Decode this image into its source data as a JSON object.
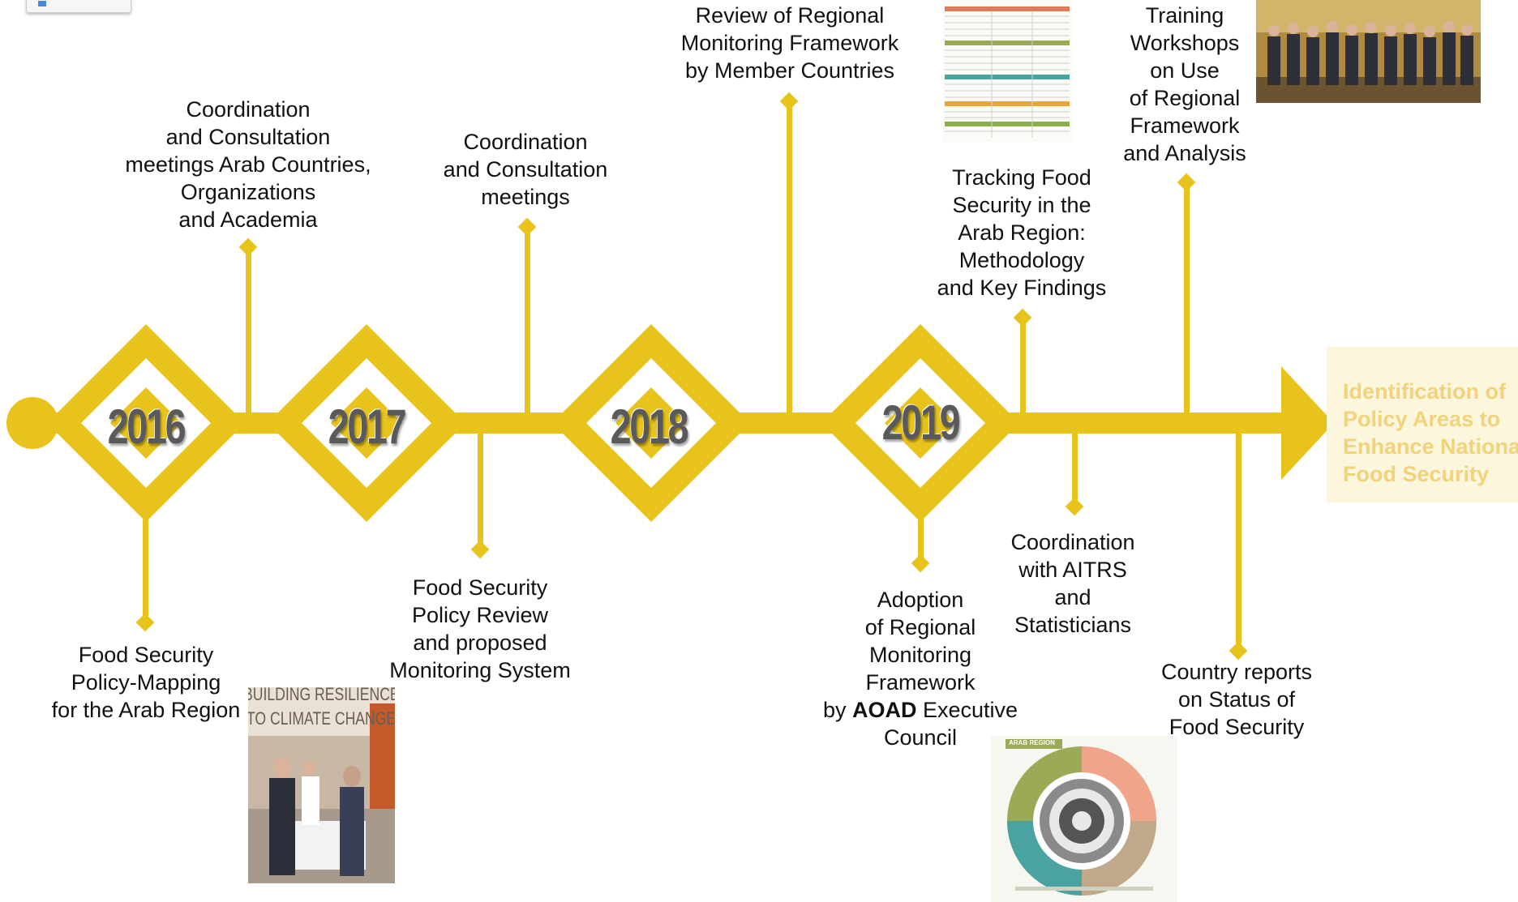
{
  "years": [
    "2016",
    "2017",
    "2018",
    "2019"
  ],
  "events": {
    "e1": "Food Security\nPolicy-Mapping\nfor the Arab Region",
    "e2": "Coordination\nand Consultation\nmeetings Arab Countries,\nOrganizations\nand Academia",
    "e3": "Food Security\nPolicy Review\nand proposed\nMonitoring System",
    "e4": "Coordination\nand Consultation\nmeetings",
    "e5": "Review of Regional\nMonitoring Framework\nby Member Countries",
    "e6_prefix": "Adoption\nof Regional\nMonitoring\nFramework\nby ",
    "e6_bold": "AOAD",
    "e6_suffix": " Executive\nCouncil",
    "e7": "Tracking Food\nSecurity in the\nArab Region:\nMethodology\nand Key Findings",
    "e8": "Coordination\nwith AITRS\nand\nStatisticians",
    "e9": "Training\nWorkshops\non Use\nof Regional\nFramework\nand Analysis",
    "e10": "Country reports\non Status of\nFood Security"
  },
  "final_goal": "Identification of\nPolicy Areas to\nEnhance National\nFood Security",
  "photo_captions": {
    "banner_line1": "BUILDING RESILIENCE",
    "banner_line2": "TO CLIMATE CHANGE",
    "wheel_tag": "ARAB REGION"
  },
  "colors": {
    "timeline": "#e8c31c",
    "year_text": "#5a5a5a",
    "final_text": "#f2d27a",
    "final_bg": "#fcf6dd"
  }
}
